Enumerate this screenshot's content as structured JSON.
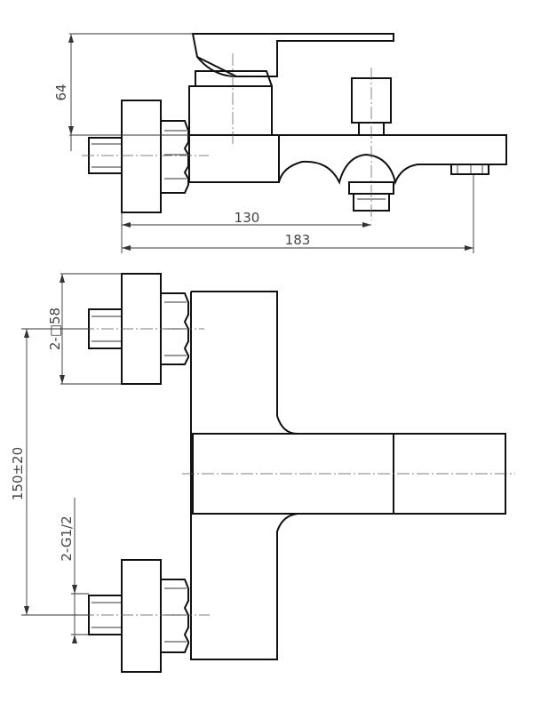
{
  "dimensions": {
    "height_64": "64",
    "len_130": "130",
    "len_183": "183",
    "square_58": "2-□58",
    "spacing_150": "150±20",
    "thread_g12": "2-G1/2"
  }
}
